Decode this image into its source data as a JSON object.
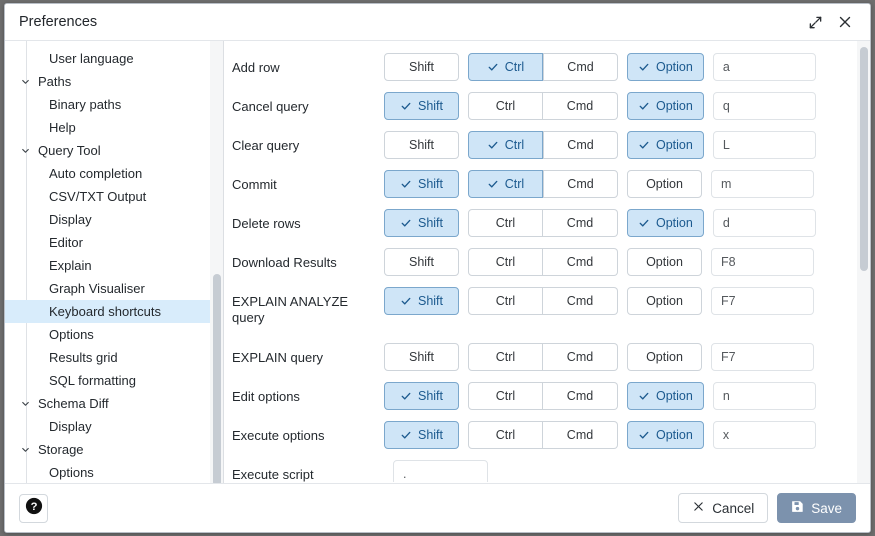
{
  "window": {
    "title": "Preferences",
    "expand_icon": "expand-icon",
    "close_icon": "close-icon"
  },
  "sidebar": {
    "items": [
      {
        "label": "User language",
        "level": 2,
        "expandable": false,
        "selected": false
      },
      {
        "label": "Paths",
        "level": 1,
        "expandable": true,
        "selected": false
      },
      {
        "label": "Binary paths",
        "level": 2,
        "expandable": false,
        "selected": false
      },
      {
        "label": "Help",
        "level": 2,
        "expandable": false,
        "selected": false
      },
      {
        "label": "Query Tool",
        "level": 1,
        "expandable": true,
        "selected": false
      },
      {
        "label": "Auto completion",
        "level": 2,
        "expandable": false,
        "selected": false
      },
      {
        "label": "CSV/TXT Output",
        "level": 2,
        "expandable": false,
        "selected": false
      },
      {
        "label": "Display",
        "level": 2,
        "expandable": false,
        "selected": false
      },
      {
        "label": "Editor",
        "level": 2,
        "expandable": false,
        "selected": false
      },
      {
        "label": "Explain",
        "level": 2,
        "expandable": false,
        "selected": false
      },
      {
        "label": "Graph Visualiser",
        "level": 2,
        "expandable": false,
        "selected": false
      },
      {
        "label": "Keyboard shortcuts",
        "level": 2,
        "expandable": false,
        "selected": true
      },
      {
        "label": "Options",
        "level": 2,
        "expandable": false,
        "selected": false
      },
      {
        "label": "Results grid",
        "level": 2,
        "expandable": false,
        "selected": false
      },
      {
        "label": "SQL formatting",
        "level": 2,
        "expandable": false,
        "selected": false
      },
      {
        "label": "Schema Diff",
        "level": 1,
        "expandable": true,
        "selected": false
      },
      {
        "label": "Display",
        "level": 2,
        "expandable": false,
        "selected": false
      },
      {
        "label": "Storage",
        "level": 1,
        "expandable": true,
        "selected": false
      },
      {
        "label": "Options",
        "level": 2,
        "expandable": false,
        "selected": false
      }
    ]
  },
  "shortcuts": {
    "modifier_labels": {
      "shift": "Shift",
      "ctrl": "Ctrl",
      "cmd": "Cmd",
      "option": "Option"
    },
    "rows": [
      {
        "action": "Add row",
        "shift": false,
        "ctrl": true,
        "cmd": false,
        "option": true,
        "key": "a",
        "tall": false,
        "clipped": false
      },
      {
        "action": "Cancel query",
        "shift": true,
        "ctrl": false,
        "cmd": false,
        "option": true,
        "key": "q",
        "tall": false,
        "clipped": false
      },
      {
        "action": "Clear query",
        "shift": false,
        "ctrl": true,
        "cmd": false,
        "option": true,
        "key": "L",
        "tall": false,
        "clipped": false
      },
      {
        "action": "Commit",
        "shift": true,
        "ctrl": true,
        "cmd": false,
        "option": false,
        "key": "m",
        "tall": false,
        "clipped": false
      },
      {
        "action": "Delete rows",
        "shift": true,
        "ctrl": false,
        "cmd": false,
        "option": true,
        "key": "d",
        "tall": false,
        "clipped": false
      },
      {
        "action": "Download Results",
        "shift": false,
        "ctrl": false,
        "cmd": false,
        "option": false,
        "key": "F8",
        "tall": false,
        "clipped": false
      },
      {
        "action": "EXPLAIN ANALYZE query",
        "shift": true,
        "ctrl": false,
        "cmd": false,
        "option": false,
        "key": "F7",
        "tall": true,
        "clipped": false
      },
      {
        "action": "EXPLAIN query",
        "shift": false,
        "ctrl": false,
        "cmd": false,
        "option": false,
        "key": "F7",
        "tall": false,
        "clipped": false
      },
      {
        "action": "Edit options",
        "shift": true,
        "ctrl": false,
        "cmd": false,
        "option": true,
        "key": "n",
        "tall": false,
        "clipped": false
      },
      {
        "action": "Execute options",
        "shift": true,
        "ctrl": false,
        "cmd": false,
        "option": true,
        "key": "x",
        "tall": false,
        "clipped": false
      },
      {
        "action": "Execute script",
        "shift": false,
        "ctrl": false,
        "cmd": false,
        "option": false,
        "key": ".",
        "tall": false,
        "clipped": true
      }
    ]
  },
  "footer": {
    "help_icon": "help-icon",
    "cancel_label": "Cancel",
    "save_label": "Save",
    "cancel_icon": "close-x-icon",
    "save_icon": "save-disk-icon"
  },
  "colors": {
    "accent_selected_bg": "#cfe5f7",
    "accent_selected_border": "#7ba7cc",
    "accent_selected_text": "#1c5a8f",
    "sidebar_selected_bg": "#d8ecfb",
    "sidebar_selected_marker": "#1c4e80",
    "save_button_bg": "#7c92ad"
  }
}
